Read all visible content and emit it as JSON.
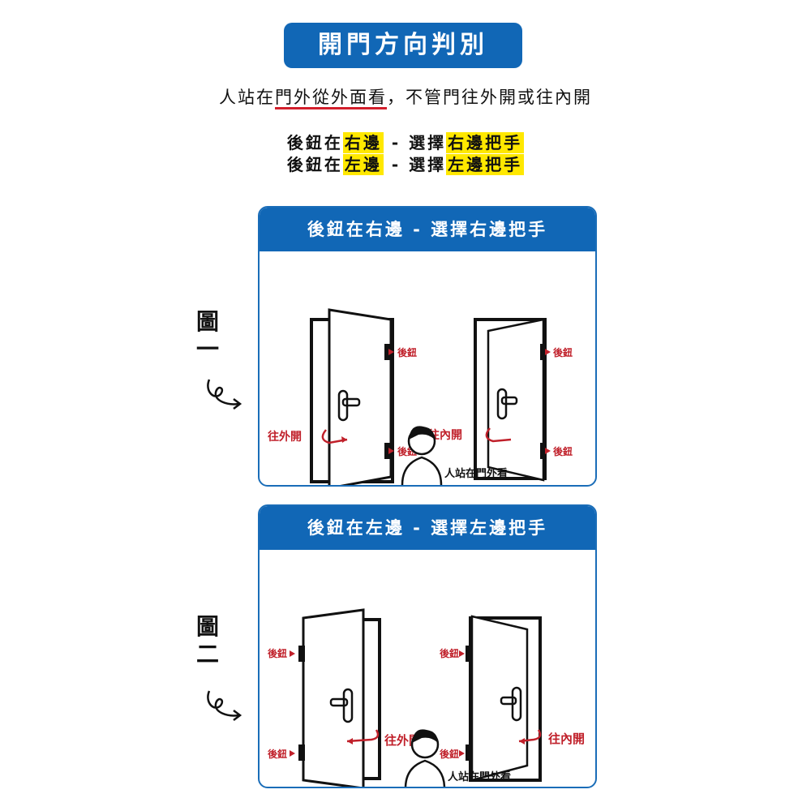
{
  "title": "開門方向判別",
  "intro": {
    "part1": "人站在",
    "underlined": "門外從外面看",
    "part2": "，不管門往外開或往內開"
  },
  "rules": [
    {
      "prefix": "後鈕在",
      "side": "右邊",
      "mid": " - 選擇",
      "handle": "右邊把手"
    },
    {
      "prefix": "後鈕在",
      "side": "左邊",
      "mid": " - 選擇",
      "handle": "左邊把手"
    }
  ],
  "panels": [
    {
      "header": "後鈕在右邊 - 選擇右邊把手",
      "hinge_label": "後鈕",
      "open_out": "往外開",
      "open_in": "往內開",
      "person": "人站在門外看"
    },
    {
      "header": "後鈕在左邊 - 選擇左邊把手",
      "hinge_label": "後鈕",
      "open_out": "往外開",
      "open_in": "往內開",
      "person": "人站在門外看"
    }
  ],
  "figures": [
    {
      "label_top": "圖",
      "label_bottom": "一"
    },
    {
      "label_top": "圖",
      "label_bottom": "二"
    }
  ],
  "colors": {
    "blue": "#1167b6",
    "red": "#c0202a",
    "yellow": "#ffe800"
  }
}
